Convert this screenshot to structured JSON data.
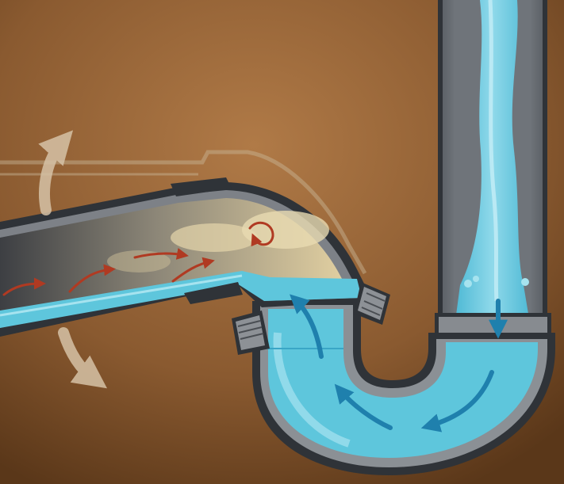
{
  "scene": {
    "colors": {
      "background_light": "#a8713f",
      "background_dark": "#5e3a1c",
      "pipe_outline": "#2f3338",
      "pipe_wall": "#8d9196",
      "pipe_inner": "#6f747a",
      "water": "#5ec6dc",
      "water_light": "#a6e3ef",
      "water_dark": "#3aa6c6",
      "water_arrow": "#1f80ad",
      "sewer_gas": "#d9c79a",
      "gas_dark": "#4a4c50",
      "flow_arrow_red": "#b03a22",
      "ghost_arrow": "#d6c2a6"
    },
    "icons": [
      "ghost-pipe-outline",
      "vertical-drain-pipe",
      "p-trap-bend",
      "horizontal-arm-pipe",
      "slip-joint-nut",
      "water-flow-arrow",
      "sewer-gas-arrow",
      "pivot-arrow"
    ]
  }
}
